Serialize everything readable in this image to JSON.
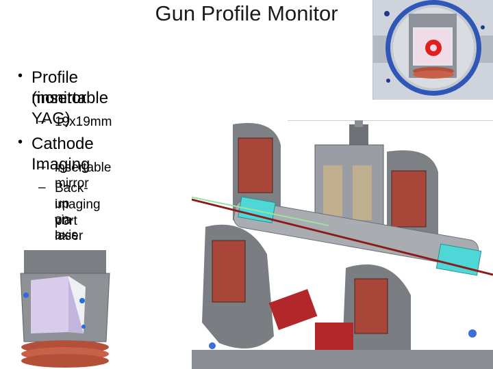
{
  "slide": {
    "title": "Gun Profile Monitor",
    "bullet1": {
      "line1": "Profile monitor",
      "line2": "(insertable YAG)",
      "sub": "19x19mm"
    },
    "bullet2": {
      "text": "Cathode Imaging",
      "sub1": "insertable mirror",
      "sub2_line1": "Back-up on-axis",
      "sub2_line2": "imaging via laser",
      "sub2_line3": "port"
    }
  },
  "markers": {
    "bullet": "•",
    "dash": "–"
  },
  "images": {
    "top_right": "yag-screen-viewport-photo",
    "center": "gun-profile-monitor-cad-assembly",
    "bottom_left": "cathode-imaging-mirror-housing"
  },
  "colors": {
    "solenoid_copper": "#a8463a",
    "beam_line": "#8b1a1a",
    "flange_grey": "#8a8d91",
    "bellows": "#4fd6d6",
    "yag_target": "#e0201f"
  }
}
